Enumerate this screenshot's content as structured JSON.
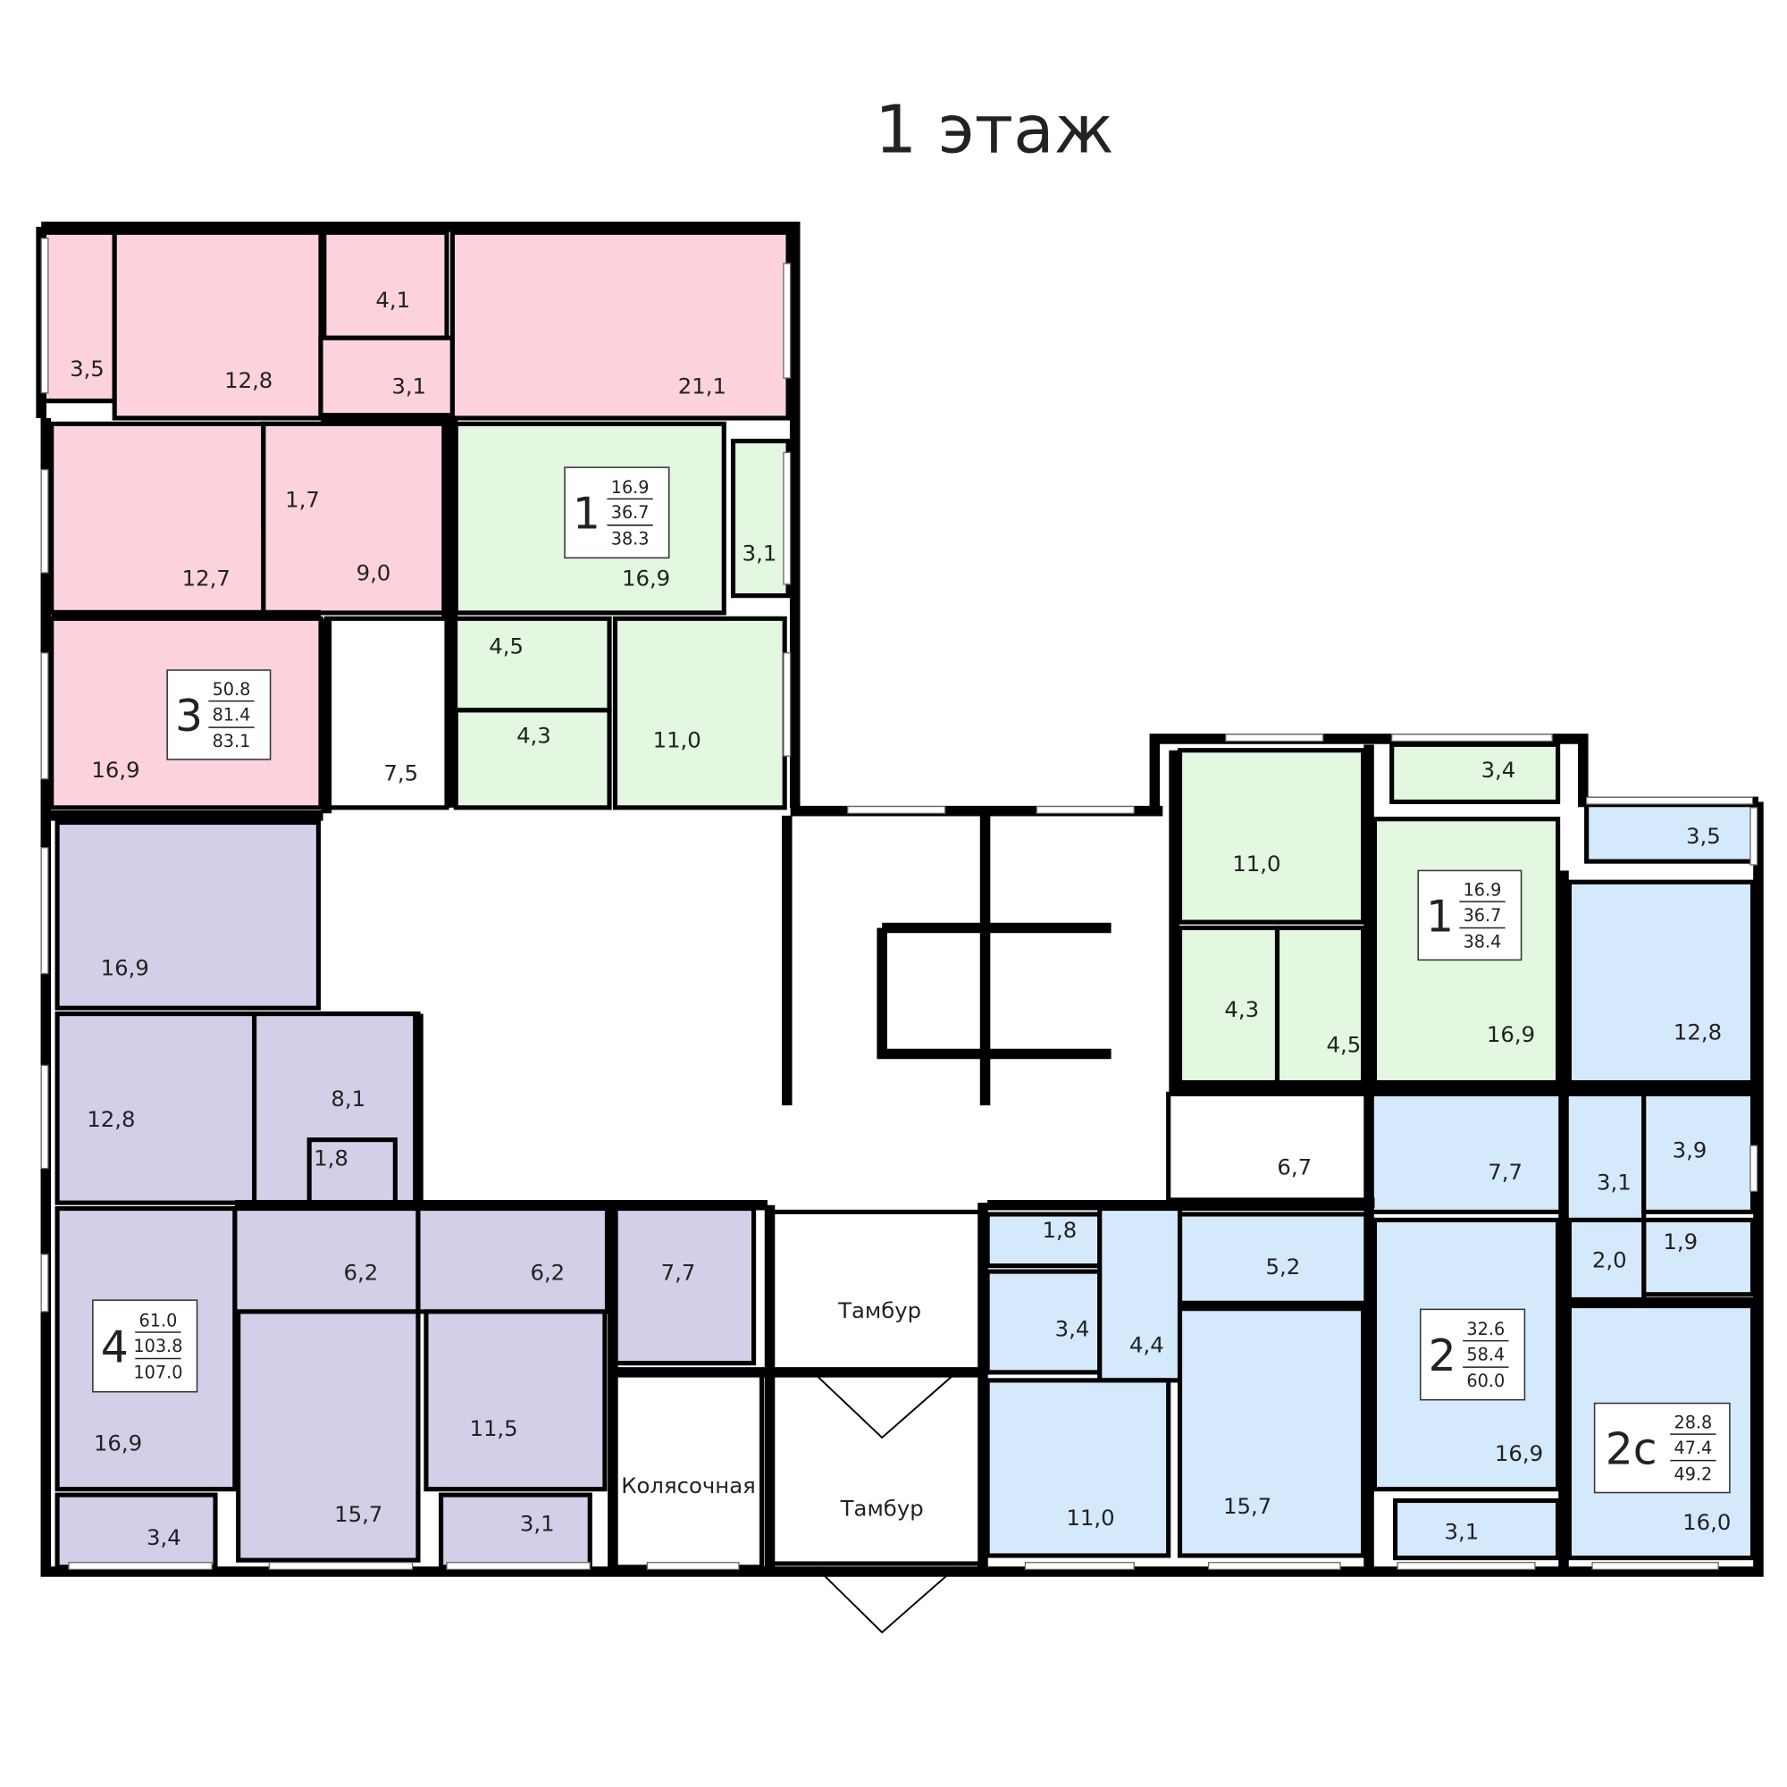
{
  "title": "1 этаж",
  "colors": {
    "apt3": "#fcd3dd",
    "apt1": "#e3f7e1",
    "apt4": "#d3cfe8",
    "apt2": "#d5e9fc",
    "common": "#ffffff",
    "wall": "#000000"
  },
  "rooms": [
    {
      "apartment": "3",
      "area": "3,5"
    },
    {
      "apartment": "3",
      "area": "12,8"
    },
    {
      "apartment": "3",
      "area": "4,1"
    },
    {
      "apartment": "3",
      "area": "3,1"
    },
    {
      "apartment": "3",
      "area": "21,1"
    },
    {
      "apartment": "3",
      "area": "12,7"
    },
    {
      "apartment": "3",
      "area": "1,7"
    },
    {
      "apartment": "3",
      "area": "9,0"
    },
    {
      "apartment": "3",
      "area": "16,9"
    },
    {
      "apartment": "common",
      "area": "7,5"
    },
    {
      "apartment": "1",
      "area": "16,9"
    },
    {
      "apartment": "1",
      "area": "3,1"
    },
    {
      "apartment": "1",
      "area": "4,5"
    },
    {
      "apartment": "1",
      "area": "4,3"
    },
    {
      "apartment": "1",
      "area": "11,0"
    },
    {
      "apartment": "4",
      "area": "16,9"
    },
    {
      "apartment": "4",
      "area": "12,8"
    },
    {
      "apartment": "4",
      "area": "8,1"
    },
    {
      "apartment": "4",
      "area": "1,8"
    },
    {
      "apartment": "4",
      "area": "6,2"
    },
    {
      "apartment": "4",
      "area": "6,2"
    },
    {
      "apartment": "4",
      "area": "7,7"
    },
    {
      "apartment": "4",
      "area": "16,9"
    },
    {
      "apartment": "4",
      "area": "3,4"
    },
    {
      "apartment": "4",
      "area": "15,7"
    },
    {
      "apartment": "4",
      "area": "11,5"
    },
    {
      "apartment": "4",
      "area": "3,1"
    },
    {
      "apartment": "common",
      "area": "Колясочная"
    },
    {
      "apartment": "common",
      "area": "Тамбур"
    },
    {
      "apartment": "common",
      "area": "Тамбур"
    },
    {
      "apartment": "1",
      "area": "11,0"
    },
    {
      "apartment": "1",
      "area": "4,3"
    },
    {
      "apartment": "1",
      "area": "4,5"
    },
    {
      "apartment": "1",
      "area": "16,9"
    },
    {
      "apartment": "1",
      "area": "3,4"
    },
    {
      "apartment": "2c",
      "area": "3,5"
    },
    {
      "apartment": "2c",
      "area": "12,8"
    },
    {
      "apartment": "2c",
      "area": "7,7"
    },
    {
      "apartment": "2c",
      "area": "3,1"
    },
    {
      "apartment": "2c",
      "area": "3,9"
    },
    {
      "apartment": "2c",
      "area": "1,9"
    },
    {
      "apartment": "2c",
      "area": "2,0"
    },
    {
      "apartment": "2c",
      "area": "16,0"
    },
    {
      "apartment": "common",
      "area": "6,7"
    },
    {
      "apartment": "2",
      "area": "1,8"
    },
    {
      "apartment": "2",
      "area": "5,2"
    },
    {
      "apartment": "2",
      "area": "3,4"
    },
    {
      "apartment": "2",
      "area": "4,4"
    },
    {
      "apartment": "2",
      "area": "11,0"
    },
    {
      "apartment": "2",
      "area": "15,7"
    },
    {
      "apartment": "2",
      "area": "16,9"
    },
    {
      "apartment": "2",
      "area": "3,1"
    }
  ],
  "apartments": [
    {
      "rooms": "3",
      "living": "50.8",
      "total": "81.4",
      "total_with_loggia": "83.1"
    },
    {
      "rooms": "1",
      "living": "16.9",
      "total": "36.7",
      "total_with_loggia": "38.3"
    },
    {
      "rooms": "1",
      "living": "16.9",
      "total": "36.7",
      "total_with_loggia": "38.4"
    },
    {
      "rooms": "4",
      "living": "61.0",
      "total": "103.8",
      "total_with_loggia": "107.0"
    },
    {
      "rooms": "2",
      "living": "32.6",
      "total": "58.4",
      "total_with_loggia": "60.0"
    },
    {
      "rooms": "2с",
      "living": "28.8",
      "total": "47.4",
      "total_with_loggia": "49.2"
    }
  ]
}
